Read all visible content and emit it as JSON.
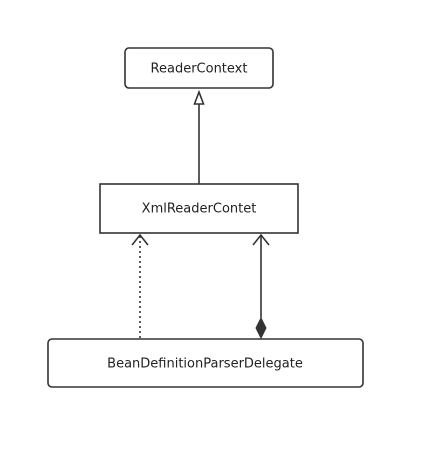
{
  "diagram": {
    "nodes": [
      {
        "id": "reader-context",
        "label": "ReaderContext"
      },
      {
        "id": "xml-reader-contet",
        "label": "XmlReaderContet"
      },
      {
        "id": "bean-definition-parser-delegate",
        "label": "BeanDefinitionParserDelegate"
      }
    ],
    "edges": [
      {
        "id": "inheritance",
        "from": "xml-reader-contet",
        "to": "reader-context",
        "relation": "generalization",
        "line_style": "solid",
        "head": "hollow-triangle"
      },
      {
        "id": "dependency",
        "from": "bean-definition-parser-delegate",
        "to": "xml-reader-contet",
        "relation": "dependency",
        "line_style": "dotted",
        "head": "open-arrow"
      },
      {
        "id": "composition",
        "from": "bean-definition-parser-delegate",
        "to": "xml-reader-contet",
        "relation": "composition",
        "line_style": "solid",
        "head": "open-arrow",
        "tail": "filled-diamond"
      }
    ],
    "colors": {
      "stroke": "#333333",
      "text": "#222222",
      "background": "#ffffff"
    }
  }
}
